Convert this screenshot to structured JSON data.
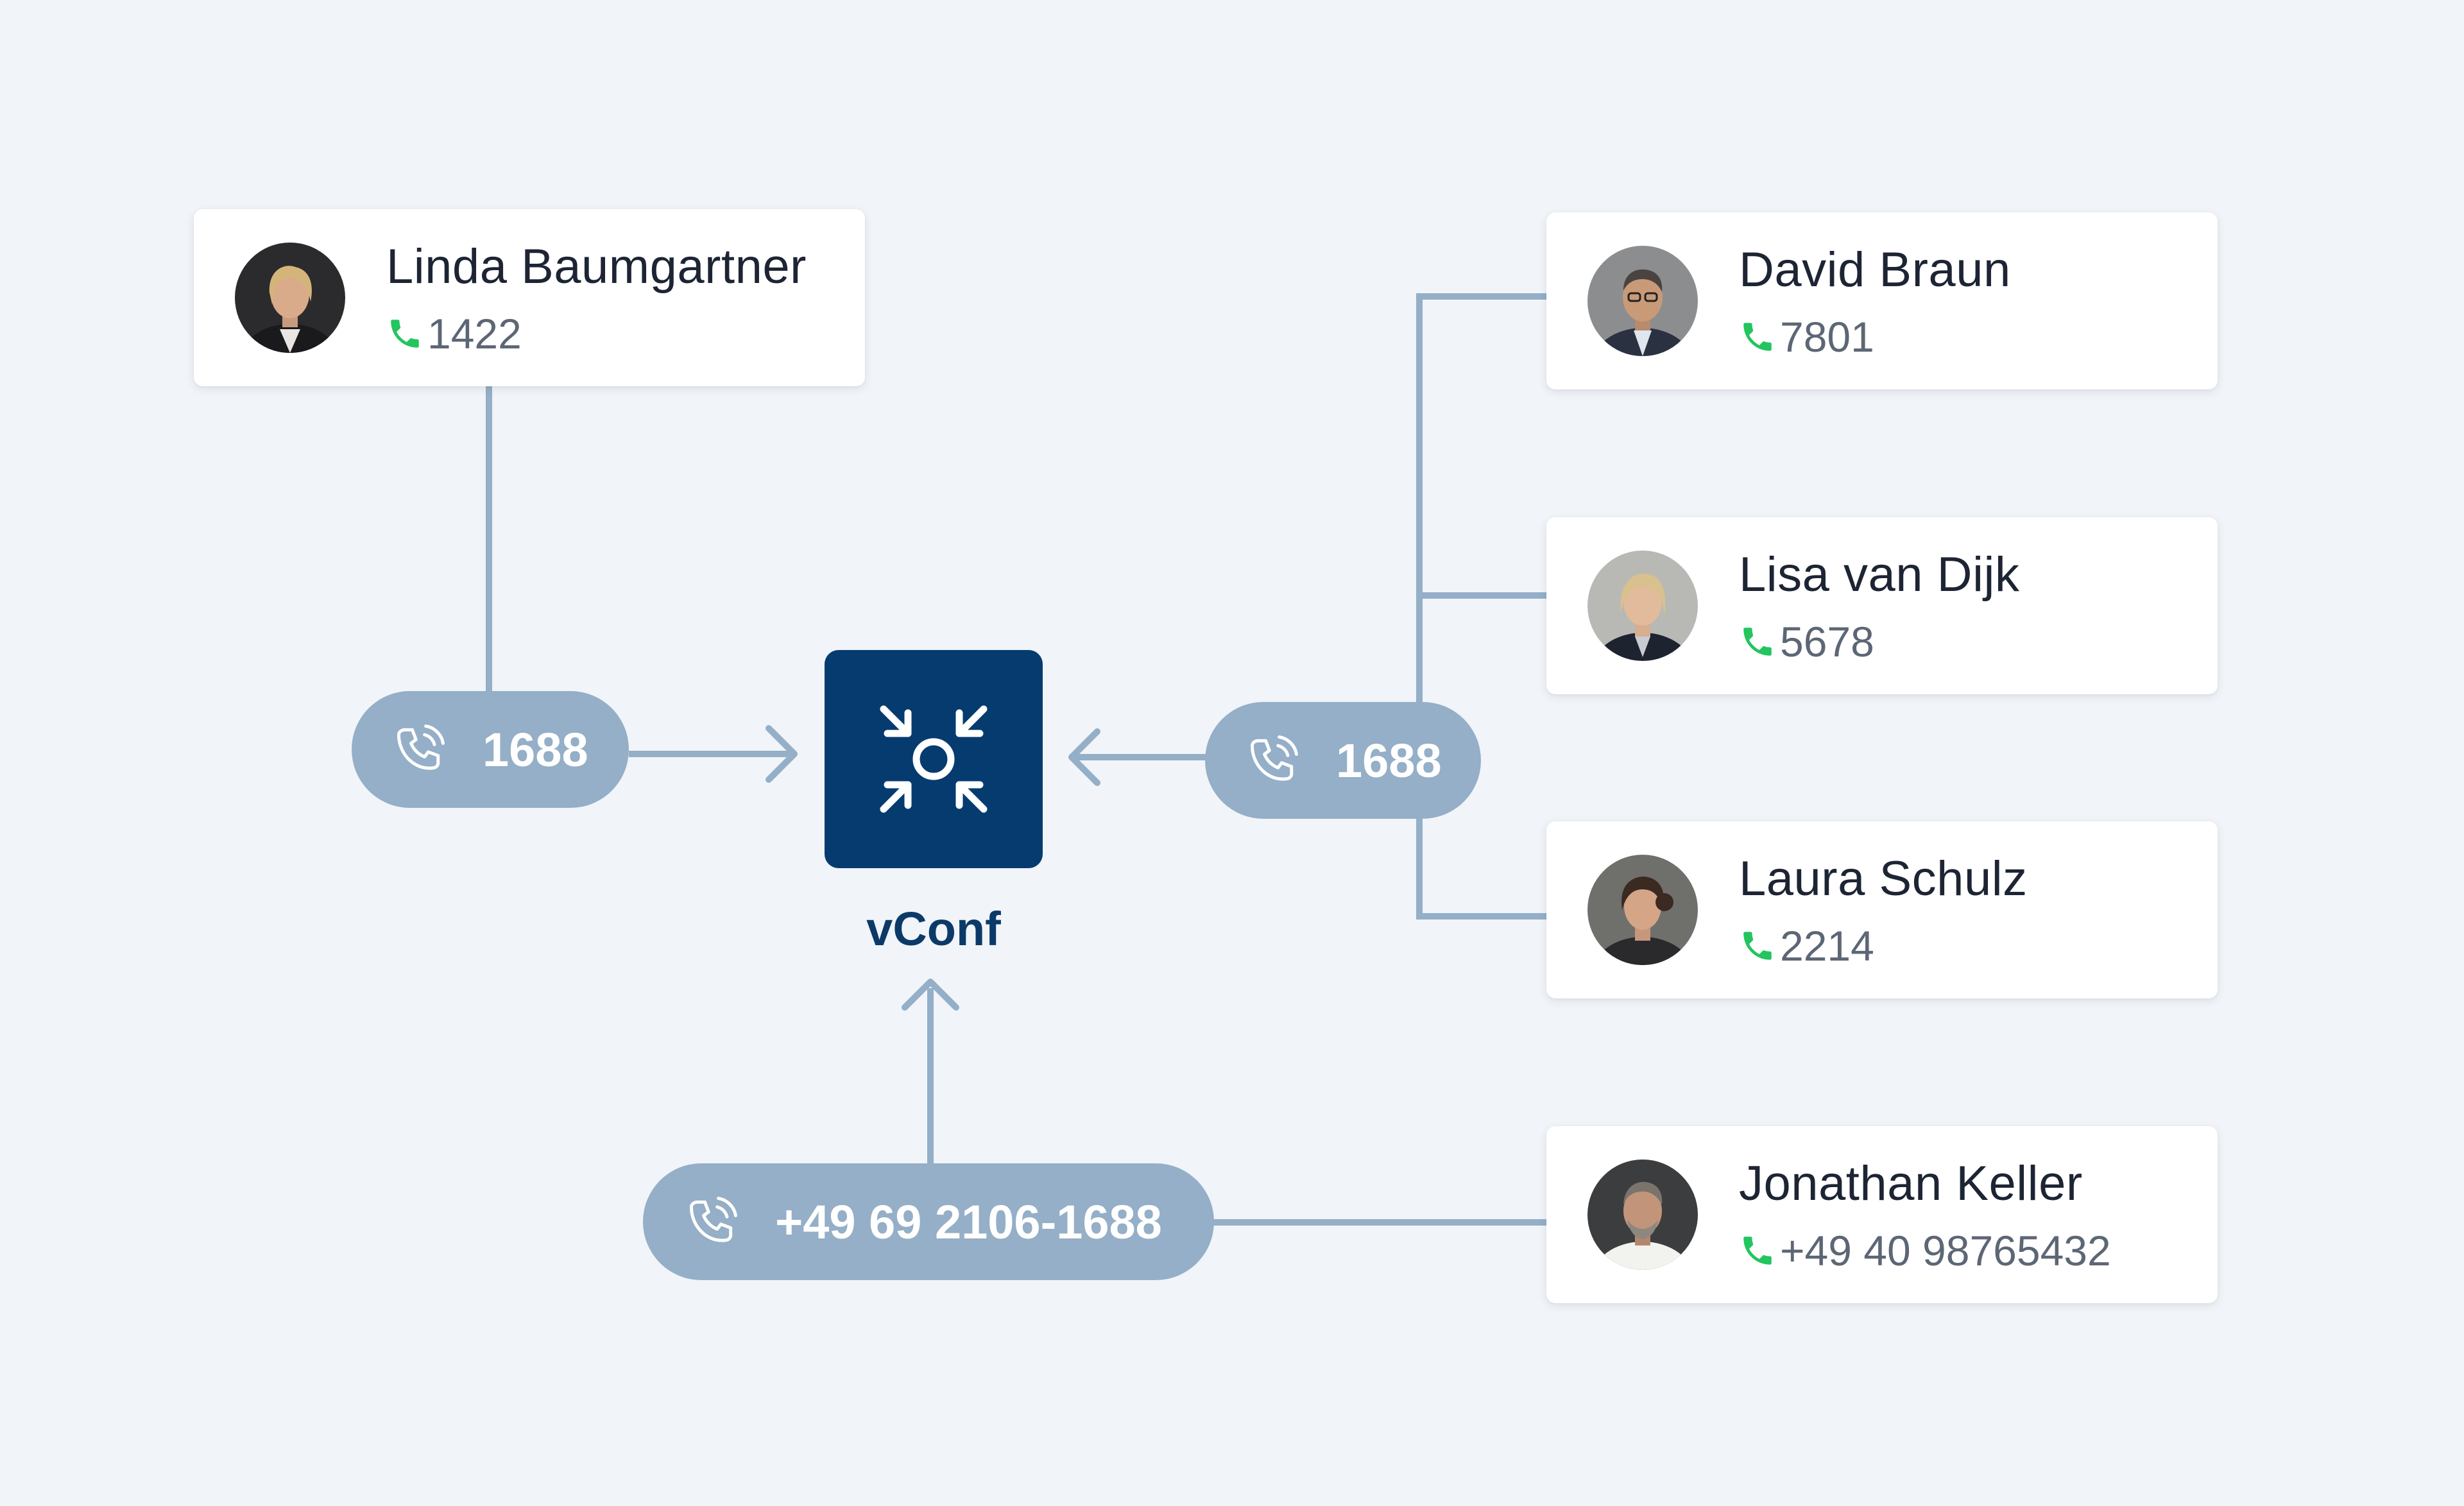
{
  "hub": {
    "label": "vConf",
    "icon": "conference-bridge-icon",
    "color": "#063b70"
  },
  "dial_in_pills": [
    {
      "id": "left",
      "number": "1688",
      "icon": "phone-ringing-icon"
    },
    {
      "id": "right",
      "number": "1688",
      "icon": "phone-ringing-icon"
    },
    {
      "id": "bottom",
      "number": "+49 69 2106-1688",
      "icon": "phone-ringing-icon"
    }
  ],
  "participants": [
    {
      "name": "Linda Baumgartner",
      "extension": "1422",
      "icon": "phone-icon"
    },
    {
      "name": "David Braun",
      "extension": "7801",
      "icon": "phone-icon"
    },
    {
      "name": "Lisa van Dijk",
      "extension": "5678",
      "icon": "phone-icon"
    },
    {
      "name": "Laura Schulz",
      "extension": "2214",
      "icon": "phone-icon"
    },
    {
      "name": "Jonathan Keller",
      "extension": "+49 40 98765432",
      "icon": "phone-icon"
    }
  ],
  "colors": {
    "background": "#f1f4f8",
    "connector": "#94afc7",
    "phone_green": "#22c55e",
    "pill_text": "#ffffff"
  }
}
